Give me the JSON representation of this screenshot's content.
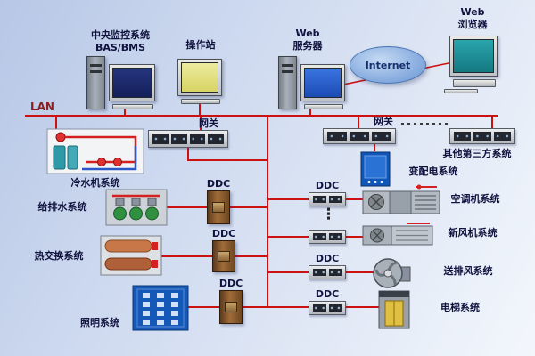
{
  "colors": {
    "bus_red": "#cc1111",
    "lan_label_red": "#8b2020",
    "label_navy": "#10123e"
  },
  "top_row": {
    "central_station": {
      "line1": "中央监控系统",
      "line2": "BAS/BMS"
    },
    "operator_station": {
      "label": "操作站"
    },
    "web_server": {
      "line1": "Web",
      "line2": "服务器"
    },
    "internet_cloud": {
      "label": "Internet"
    },
    "web_browser": {
      "line1": "Web",
      "line2": "浏览器"
    }
  },
  "network": {
    "lan_label": "LAN",
    "gateway_left_label": "网关",
    "gateway_right_label": "网关",
    "ddc_label": "DDC",
    "vertical_dots": "⋮"
  },
  "left_systems": {
    "chiller": "冷水机系统",
    "water_supply_drainage": "给排水系统",
    "heat_exchange": "热交换系统",
    "lighting": "照明系统"
  },
  "right_systems": {
    "third_party": "其他第三方系统",
    "power_distribution": "变配电系统",
    "air_handling": "空调机系统",
    "fresh_air": "新风机系统",
    "supply_exhaust_fan": "送排风系统",
    "elevator": "电梯系统"
  }
}
